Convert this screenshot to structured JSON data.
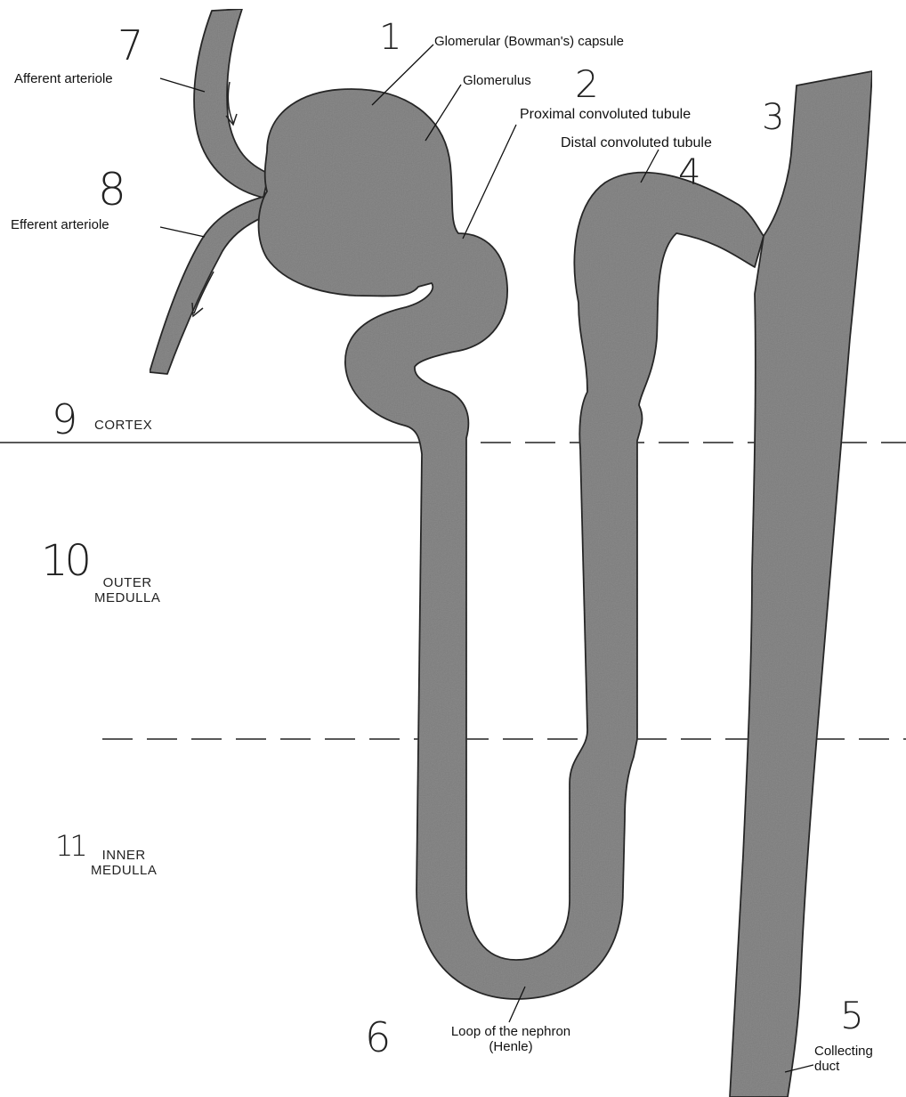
{
  "labels": {
    "bowmans_capsule": "Glomerular (Bowman's) capsule",
    "glomerulus": "Glomerulus",
    "proximal_tubule": "Proximal convoluted tubule",
    "distal_tubule": "Distal convoluted tubule",
    "afferent_arteriole": "Afferent arteriole",
    "efferent_arteriole": "Efferent arteriole",
    "loop_line1": "Loop of the nephron",
    "loop_line2": "(Henle)",
    "collecting_line1": "Collecting",
    "collecting_line2": "duct"
  },
  "zones": {
    "cortex": "CORTEX",
    "outer_line1": "OUTER",
    "outer_line2": "MEDULLA",
    "inner_line1": "INNER",
    "inner_line2": "MEDULLA"
  },
  "numbers": {
    "n1": "1",
    "n2": "2",
    "n3": "3",
    "n4": "4",
    "n5": "5",
    "n6": "6",
    "n7": "7",
    "n8": "8",
    "n9": "9",
    "n10": "10",
    "n11": "11"
  },
  "colors": {
    "tissue": "#8f8f8f",
    "outline": "#2a2a2a",
    "background": "#ffffff"
  }
}
